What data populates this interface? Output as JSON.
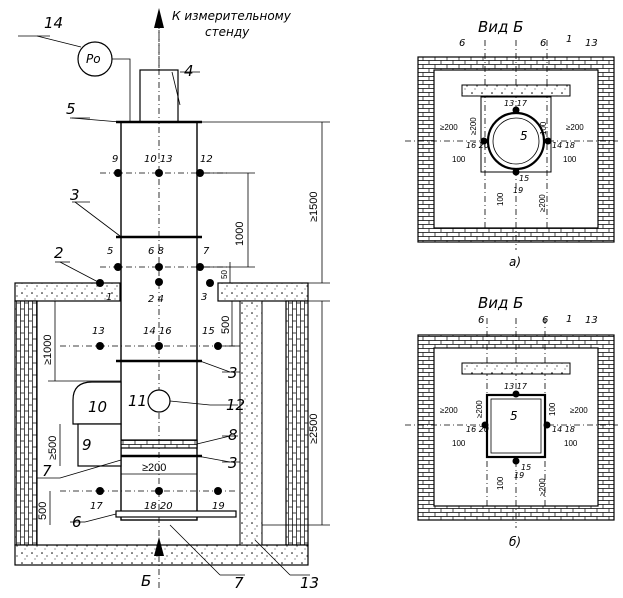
{
  "main": {
    "top_note_line1": "К измерительному",
    "top_note_line2": "стенду",
    "gauge_label": "Ро",
    "view_arrow_label": "Б",
    "callouts": [
      "14",
      "4",
      "5",
      "3",
      "2",
      "1",
      "3",
      "10",
      "11",
      "12",
      "8",
      "9",
      "3",
      "7",
      "6",
      "7",
      "13"
    ],
    "points": {
      "p9": "9",
      "p10_13": "10 13",
      "p12": "12",
      "p5": "5",
      "p6_8": "6 8",
      "p7": "7",
      "p1": "1",
      "p2_4": "2 4",
      "p3": "3",
      "p13": "13",
      "p14_16": "14 16",
      "p15": "15",
      "p17": "17",
      "p18_20": "18 20",
      "p19": "19"
    },
    "dims": {
      "d1500": "≥1500",
      "d1000": "1000",
      "d50": "50",
      "d500a": "500",
      "d1000b": "≥1000",
      "d2500": "≥2500",
      "d500b": "≥500",
      "d200": "≥200",
      "d500c": "500"
    }
  },
  "view_a": {
    "title": "Вид Б",
    "caption": "а)",
    "labels": {
      "l6a": "6",
      "l6b": "6",
      "l1": "1",
      "l13": "13",
      "l5": "5"
    },
    "points": {
      "p13_17": "13 17",
      "p16_20": "16 20",
      "p14_18": "14 18",
      "p15": "15",
      "p19": "19"
    },
    "dims": {
      "dl200": "≥200",
      "dr200": "≥200",
      "dt200": "≥200",
      "d100t": "100",
      "d100l": "100",
      "d100r": "100",
      "d100b": "100",
      "db200": "≥200"
    }
  },
  "view_b": {
    "title": "Вид Б",
    "caption": "б)",
    "labels": {
      "l6a": "6",
      "l6b": "6",
      "l1": "1",
      "l13": "13",
      "l5": "5"
    },
    "points": {
      "p13_17": "13 17",
      "p16_20": "16 20",
      "p14_18": "14 18",
      "p15": "15",
      "p19": "19"
    },
    "dims": {
      "dl200": "≥200",
      "dr200": "≥200",
      "dt200": "≥200",
      "d100t": "100",
      "d100l": "100",
      "d100r": "100",
      "d100b": "100",
      "db200": "≥200"
    }
  }
}
